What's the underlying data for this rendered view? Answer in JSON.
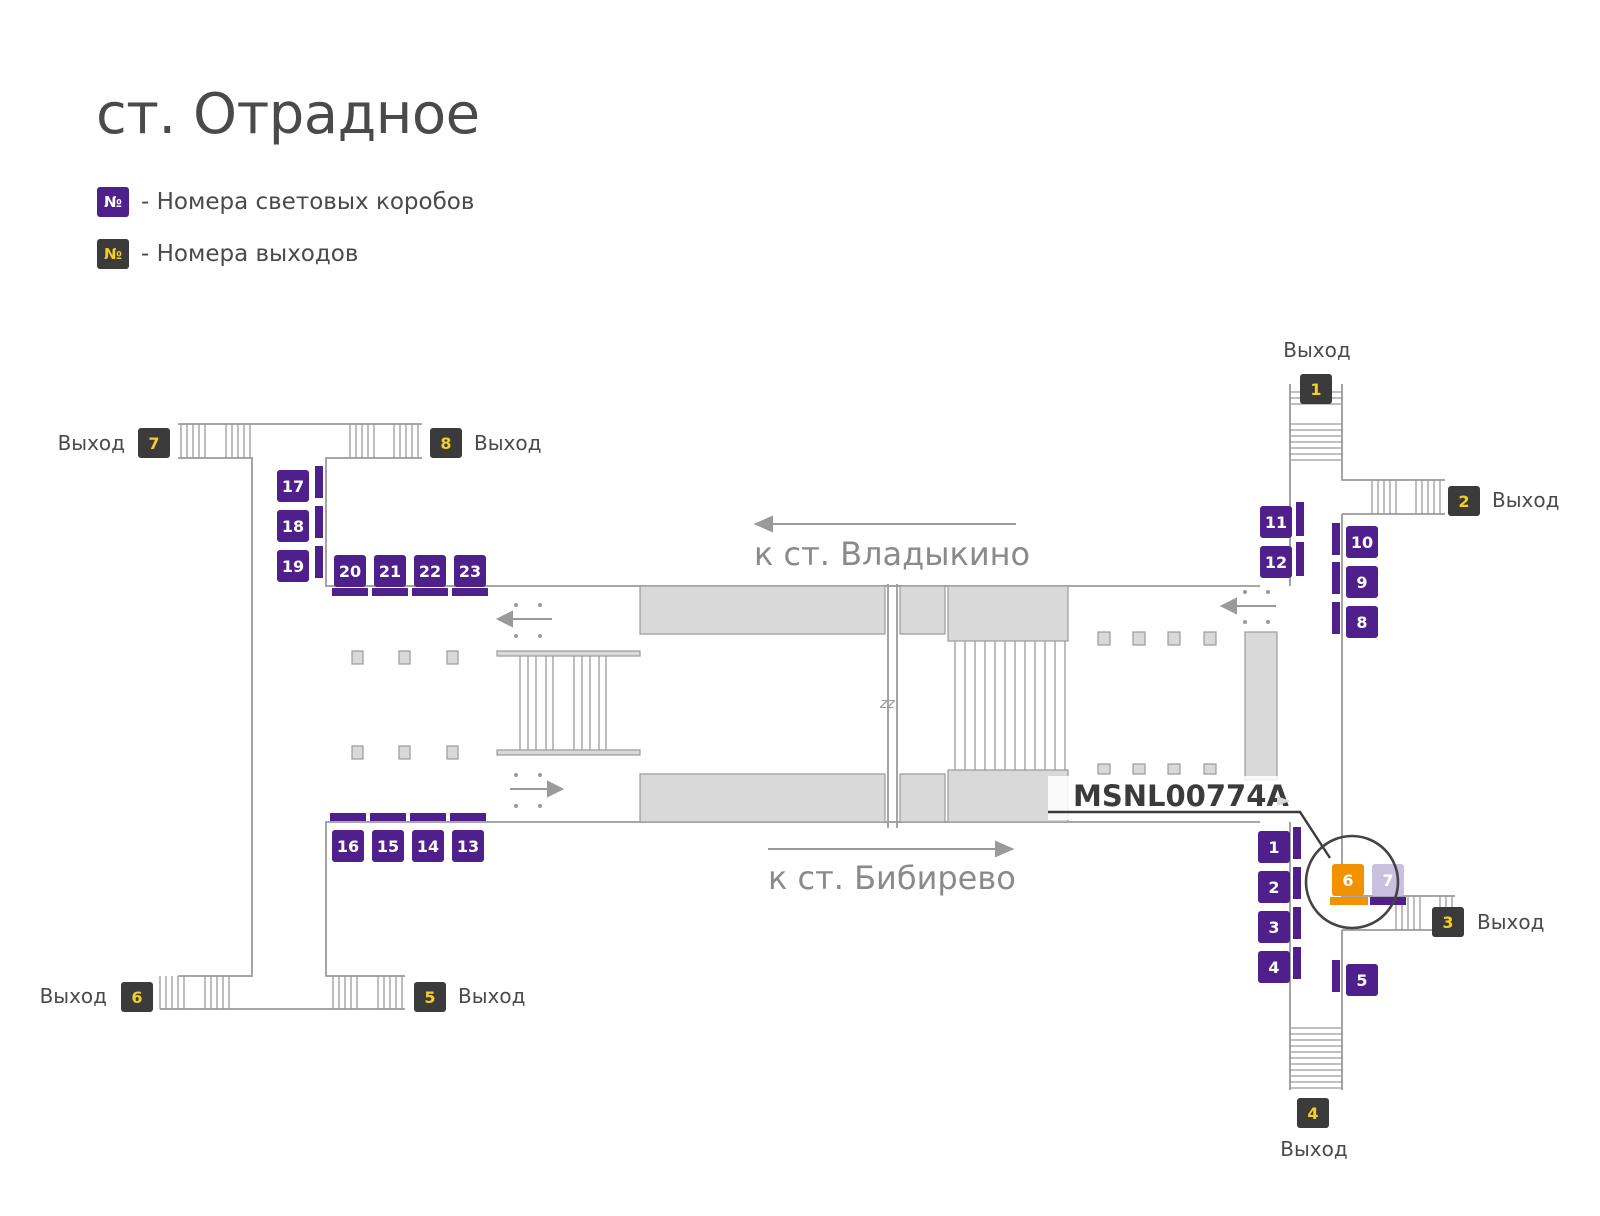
{
  "title": "ст. Отрадное",
  "legend": {
    "symbol": "№",
    "box_label": "- Номера световых коробов",
    "exit_label": "- Номера выходов"
  },
  "exit_word": "Выход",
  "directions": {
    "top": "к ст. Владыкино",
    "bottom": "к ст. Бибирево"
  },
  "code_label": "MSNL00774A",
  "exits": [
    "1",
    "2",
    "3",
    "4",
    "5",
    "6",
    "7",
    "8"
  ],
  "light_boxes": [
    "1",
    "2",
    "3",
    "4",
    "5",
    "6",
    "7",
    "8",
    "9",
    "10",
    "11",
    "12",
    "13",
    "14",
    "15",
    "16",
    "17",
    "18",
    "19",
    "20",
    "21",
    "22",
    "23"
  ],
  "highlighted_box": "6",
  "colors": {
    "box": "#4f1f8c",
    "exit_badge": "#3b3b3b",
    "exit_number": "#f5d020",
    "highlight": "#f29200",
    "faded_box": "#c9c0e0",
    "platform": "#d9d9d9",
    "line": "#9a9a9a"
  }
}
